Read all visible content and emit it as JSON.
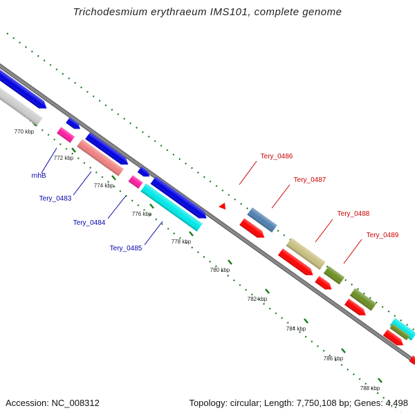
{
  "title": "Trichodesmium erythraeum IMS101, complete genome",
  "footer": {
    "accession": "Accession: NC_008312",
    "summary": "Topology: circular; Length: 7,750,108 bp; Genes: 4,498"
  },
  "ticks": [
    "770 kbp",
    "772 kbp",
    "774 kbp",
    "776 kbp",
    "778 kbp",
    "780 kbp",
    "782 kbp",
    "784 kbp",
    "786 kbp",
    "788 kbp"
  ],
  "labels_left": [
    "rnhB",
    "Tery_0483",
    "Tery_0484",
    "Tery_0485"
  ],
  "labels_right": [
    "Tery_0486",
    "Tery_0487",
    "Tery_0488",
    "Tery_0489"
  ],
  "colors": {
    "backbone": "#888888",
    "dots": "#1a7a1a",
    "blue": "#0000e0",
    "grey": "#cccccc",
    "magenta": "#ff1aa0",
    "salmon": "#f08080",
    "cyan": "#00e8e8",
    "red": "#ff0000",
    "steel": "#4f7fb0",
    "khaki": "#c8c080",
    "olive": "#6b8e23",
    "label_blue": "#0000aa",
    "label_red": "#cc0000"
  }
}
